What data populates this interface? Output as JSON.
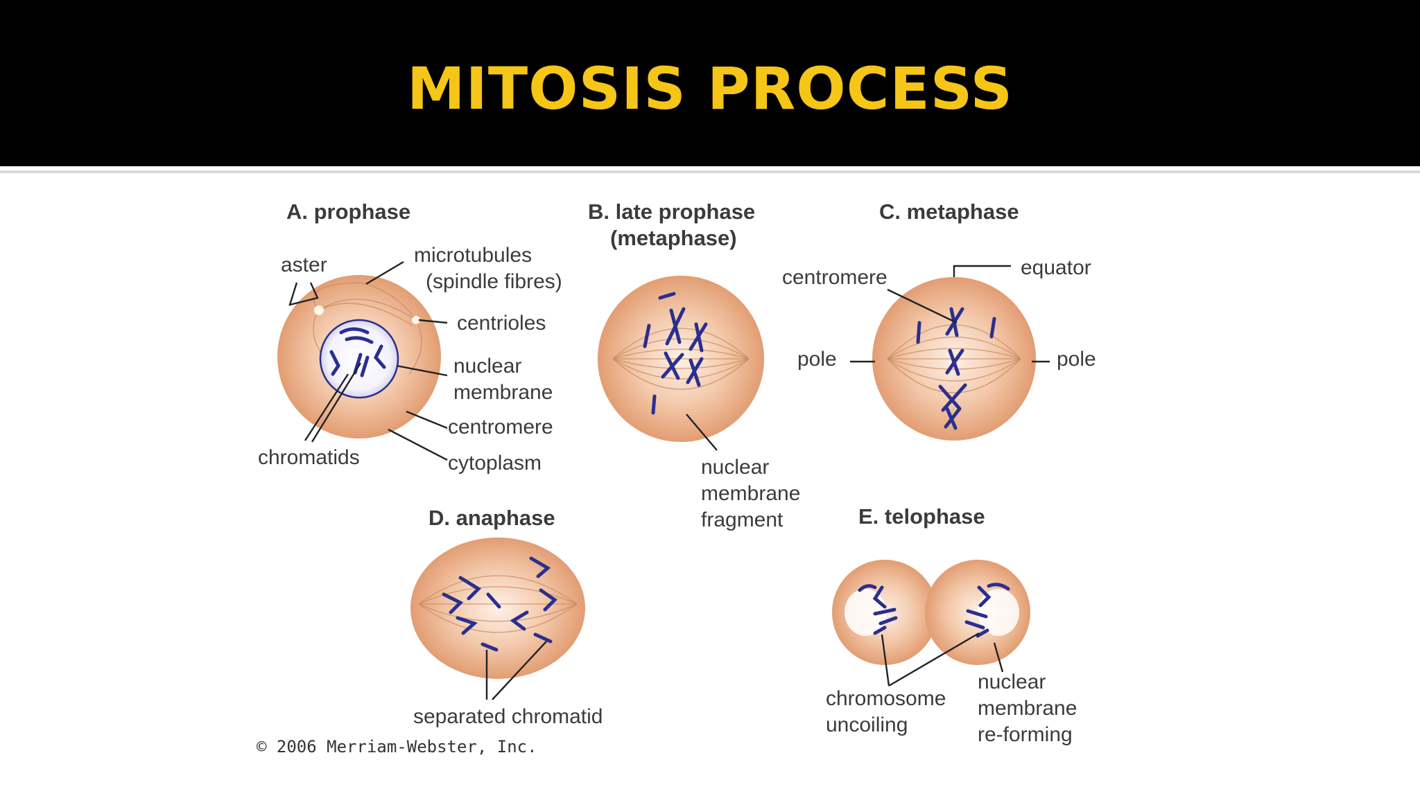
{
  "slide": {
    "title": "MITOSIS PROCESS"
  },
  "phases": {
    "prophase": {
      "heading": "A. prophase",
      "labels": {
        "aster": "aster",
        "microtubules_1": "microtubules",
        "microtubules_2": "(spindle fibres)",
        "centrioles": "centrioles",
        "nuclear_membrane_1": "nuclear",
        "nuclear_membrane_2": "membrane",
        "centromere": "centromere",
        "chromatids": "chromatids",
        "cytoplasm": "cytoplasm"
      }
    },
    "late_prophase": {
      "heading_1": "B. late prophase",
      "heading_2": "(metaphase)",
      "labels": {
        "fragment_1": "nuclear",
        "fragment_2": "membrane",
        "fragment_3": "fragment"
      }
    },
    "metaphase": {
      "heading": "C. metaphase",
      "labels": {
        "centromere": "centromere",
        "equator": "equator",
        "pole_left": "pole",
        "pole_right": "pole"
      }
    },
    "anaphase": {
      "heading": "D. anaphase",
      "labels": {
        "separated": "separated chromatid"
      }
    },
    "telophase": {
      "heading": "E. telophase",
      "labels": {
        "uncoiling_1": "chromosome",
        "uncoiling_2": "uncoiling",
        "reforming_1": "nuclear",
        "reforming_2": "membrane",
        "reforming_3": "re-forming"
      }
    }
  },
  "credit": "© 2006 Merriam-Webster, Inc.",
  "colors": {
    "header_bg": "#000000",
    "title": "#f5c518",
    "cell": "#eab08c",
    "chromosome": "#2a2f8f"
  }
}
